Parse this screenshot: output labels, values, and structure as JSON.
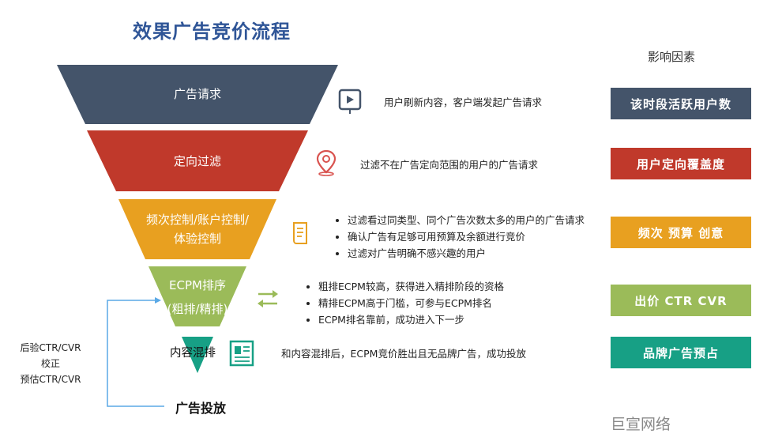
{
  "title": "效果广告竞价流程",
  "stages": [
    {
      "label": "广告请求",
      "color": "#44546a"
    },
    {
      "label": "定向过滤",
      "color": "#c0392b"
    },
    {
      "label_line1": "频次控制/账户控制/",
      "label_line2": "体验控制",
      "color": "#e8a020"
    },
    {
      "label_line1": "ECPM排序",
      "label_line2": "(粗排/精排)",
      "color": "#9bbb59"
    },
    {
      "label": "内容混排",
      "color": "#17a085"
    }
  ],
  "descriptions": {
    "request": "用户刷新内容，客户端发起广告请求",
    "targeting": "过滤不在广告定向范围的用户的广告请求",
    "frequency": [
      "过滤看过同类型、同个广告次数太多的用户的广告请求",
      "确认广告有足够可用预算及余额进行竞价",
      "过滤对广告明确不感兴趣的用户"
    ],
    "ecpm": [
      "粗排ECPM较高，获得进入精排阶段的资格",
      "精排ECPM高于门槛，可参与ECPM排名",
      "ECPM排名靠前，成功进入下一步"
    ],
    "mix": "和内容混排后，ECPM竞价胜出且无品牌广告，成功投放"
  },
  "factors_title": "影响因素",
  "factors": [
    {
      "label": "该时段活跃用户数",
      "color": "#44546a"
    },
    {
      "label": "用户定向覆盖度",
      "color": "#c0392b"
    },
    {
      "label": "频次  预算  创意",
      "color": "#e8a020"
    },
    {
      "label": "出价  CTR  CVR",
      "color": "#9bbb59"
    },
    {
      "label": "品牌广告预占",
      "color": "#17a085"
    }
  ],
  "loop_label": {
    "line1": "后验CTR/CVR",
    "line2": "校正",
    "line3": "预估CTR/CVR"
  },
  "final_label": "广告投放",
  "watermark": "巨宣网络",
  "icons": [
    "video-icon",
    "location-pin-icon",
    "document-icon",
    "filter-arrows-icon",
    "article-icon"
  ]
}
